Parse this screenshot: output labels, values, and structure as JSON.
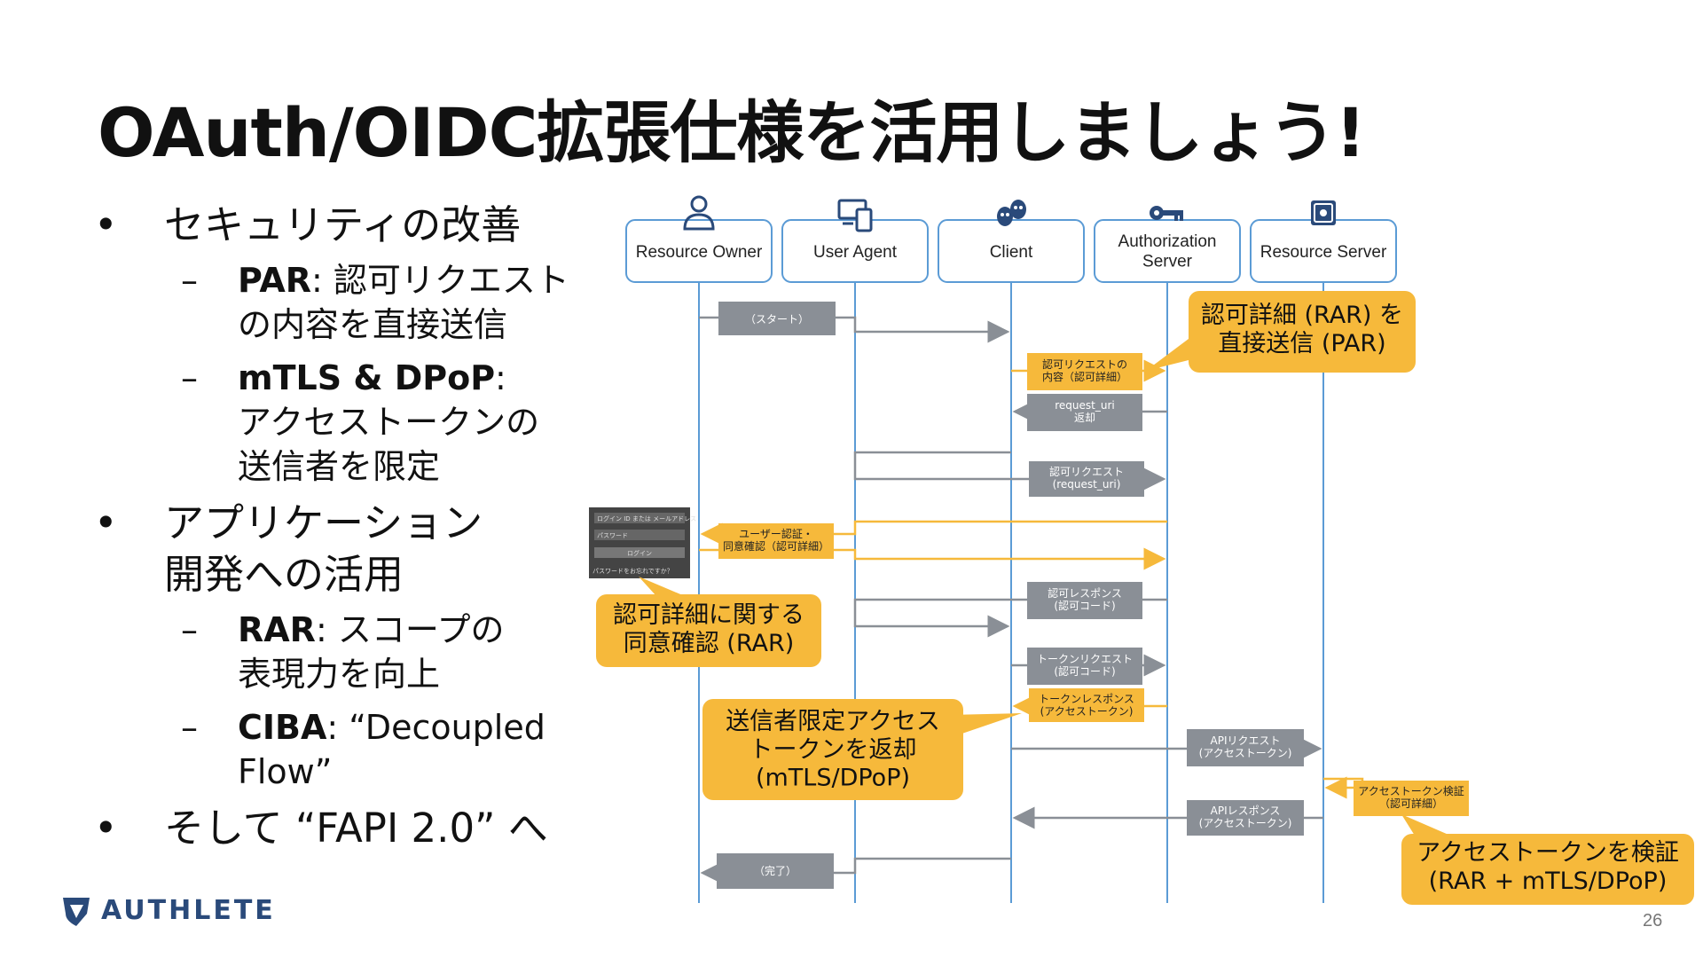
{
  "slide": {
    "title": "OAuth/OIDC拡張仕様を活用しましょう!",
    "page_number": "26",
    "logo_text": "AUTHLETE"
  },
  "bullets": [
    {
      "text": "セキュリティの改善",
      "sub": [
        {
          "bold": "PAR",
          "lines": [
            ": 認可リクエスト",
            "の内容を直接送信"
          ]
        },
        {
          "bold": "mTLS & DPoP",
          "lines": [
            ":",
            "アクセストークンの",
            "送信者を限定"
          ]
        }
      ]
    },
    {
      "lines": [
        "アプリケーション",
        "開発への活用"
      ],
      "sub": [
        {
          "bold": "RAR",
          "lines": [
            ": スコープの",
            "表現力を向上"
          ]
        },
        {
          "bold": "CIBA",
          "lines": [
            ": “Decoupled",
            "Flow”"
          ]
        }
      ]
    },
    {
      "text": "そして “FAPI 2.0” へ"
    }
  ],
  "actors": [
    {
      "label": "Resource Owner",
      "icon": "person-icon"
    },
    {
      "label": "User Agent",
      "icon": "devices-icon"
    },
    {
      "label": "Client",
      "icon": "theater-masks-icon"
    },
    {
      "label": "Authorization\nServer",
      "icon": "key-icon"
    },
    {
      "label": "Resource Server",
      "icon": "safe-icon"
    }
  ],
  "messages": [
    {
      "text": "（スタート）"
    },
    {
      "text": "認可リクエストの\n内容（認可詳細）",
      "highlight": true
    },
    {
      "text": "request_uri\n返却"
    },
    {
      "text": "認可リクエスト\n(request_uri)"
    },
    {
      "text": "ユーザー認証・\n同意確認（認可詳細）",
      "highlight": true
    },
    {
      "text": "認可レスポンス\n(認可コード)"
    },
    {
      "text": "トークンリクエスト\n(認可コード)"
    },
    {
      "text": "トークンレスポンス\n(アクセストークン)",
      "highlight": true
    },
    {
      "text": "APIリクエスト\n(アクセストークン)"
    },
    {
      "text": "アクセストークン検証\n（認可詳細）",
      "highlight": true
    },
    {
      "text": "APIレスポンス\n(アクセストークン)"
    },
    {
      "text": "（完了）"
    }
  ],
  "callouts": [
    {
      "text": "認可詳細 (RAR) を\n直接送信 (PAR)"
    },
    {
      "text": "認可詳細に関する\n同意確認 (RAR)"
    },
    {
      "text": "送信者限定アクセス\nトークンを返却\n(mTLS/DPoP)"
    },
    {
      "text": "アクセストークンを検証\n(RAR + mTLS/DPoP)"
    }
  ],
  "login_screen": {
    "field1": "ログイン ID または メールアドレス",
    "field2": "パスワード",
    "button": "ログイン",
    "link": "パスワードをお忘れですか？"
  },
  "colors": {
    "lifeline": "#5b9bd5",
    "message_box": "#8a8f96",
    "highlight": "#f6b93b",
    "arrow": "#8a8f96",
    "accent_arrow": "#f6b93b"
  }
}
